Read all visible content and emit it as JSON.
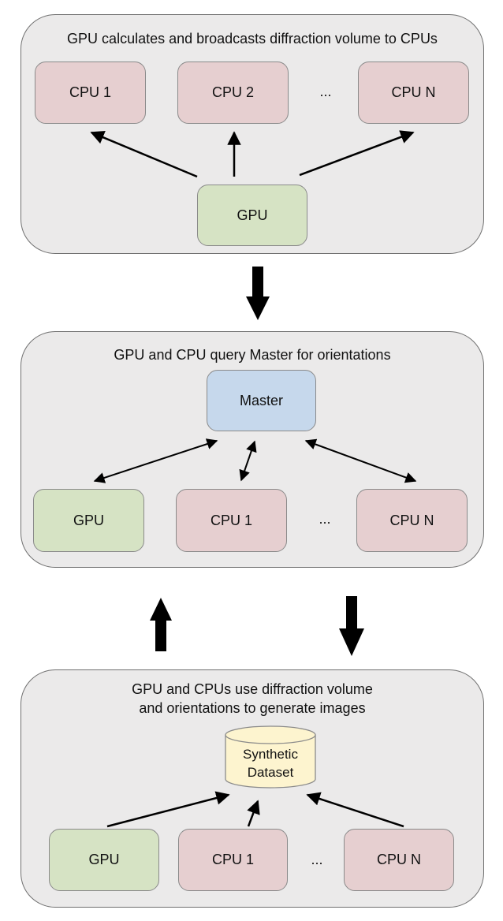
{
  "panel1": {
    "title": "GPU calculates and broadcasts diffraction volume to CPUs",
    "cpu_boxes": [
      "CPU 1",
      "CPU 2",
      "CPU N"
    ],
    "ellipsis": "...",
    "gpu_box": "GPU"
  },
  "panel2": {
    "title": "GPU and CPU query Master for orientations",
    "master_box": "Master",
    "gpu_box": "GPU",
    "cpu_boxes": [
      "CPU 1",
      "CPU N"
    ],
    "ellipsis": "..."
  },
  "panel3": {
    "title_line1": "GPU and CPUs use diffraction volume",
    "title_line2": "and orientations to generate images",
    "dataset_line1": "Synthetic",
    "dataset_line2": "Dataset",
    "gpu_box": "GPU",
    "cpu_boxes": [
      "CPU 1",
      "CPU N"
    ],
    "ellipsis": "..."
  },
  "colors": {
    "panel_fill": "#ebeaea",
    "cpu_fill": "#e6cfd0",
    "gpu_fill": "#d6e3c4",
    "master_fill": "#c6d8ec",
    "dataset_fill": "#fdf4cf"
  }
}
